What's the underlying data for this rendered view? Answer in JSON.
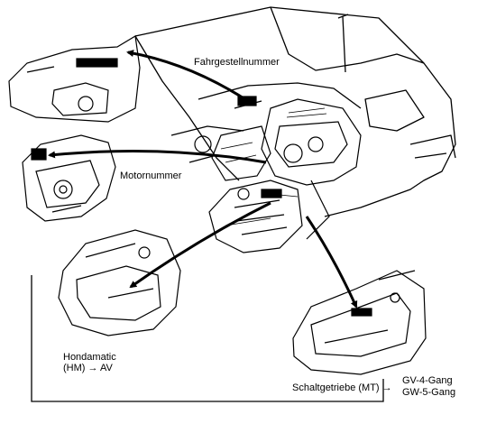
{
  "labels": {
    "vin": "Fahrgestellnummer",
    "engine": "Motornummer",
    "hondamatic_line1": "Hondamatic",
    "hondamatic_line2": "(HM) → AV",
    "manual": "Schaltgetriebe (MT) →",
    "gear4": "GV-4-Gang",
    "gear5": "GW-5-Gang"
  },
  "colors": {
    "ink": "#000000",
    "paper": "#ffffff"
  }
}
